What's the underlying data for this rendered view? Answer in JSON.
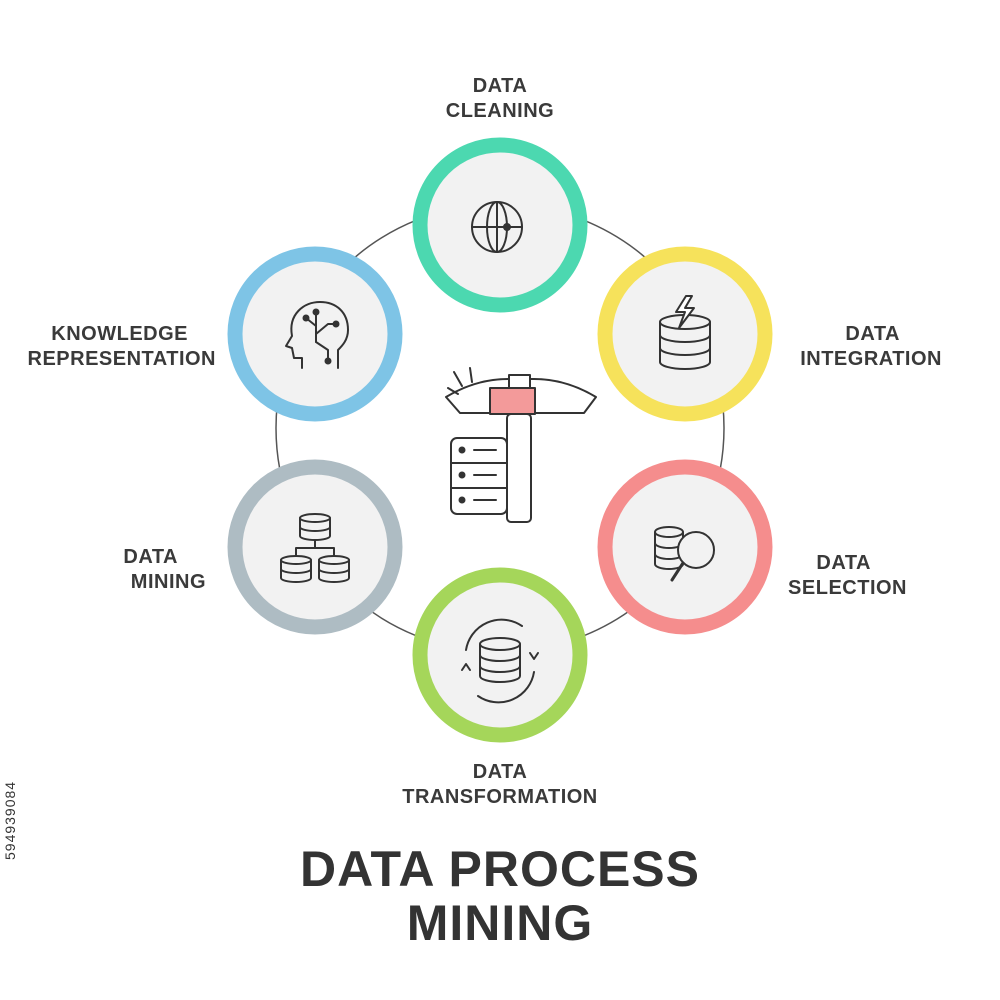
{
  "steps": {
    "cleaning": {
      "line1": "DATA",
      "line2": "CLEANING",
      "color": "#4cd8b0",
      "icon": "globe-icon"
    },
    "integration": {
      "line1": "DATA",
      "line2": "INTEGRATION",
      "color": "#f6e25b",
      "icon": "database-lightning-icon"
    },
    "selection": {
      "line1": "DATA",
      "line2": "SELECTION",
      "color": "#f58d8d",
      "icon": "database-search-icon"
    },
    "transformation": {
      "line1": "DATA",
      "line2": "TRANSFORMATION",
      "color": "#a5d65a",
      "icon": "database-cycle-icon"
    },
    "mining": {
      "line1": "DATA",
      "line2": "MINING",
      "color": "#aebcc3",
      "icon": "database-network-icon"
    },
    "knowledge": {
      "line1": "KNOWLEDGE",
      "line2": "REPRESENTATION",
      "color": "#7ec4e6",
      "icon": "ai-head-icon"
    }
  },
  "center_icon": "pickaxe-server-icon",
  "accent_color": "#f39a9a",
  "title": {
    "line1": "DATA PROCESS",
    "line2": "MINING"
  },
  "stock_id": "594939084"
}
